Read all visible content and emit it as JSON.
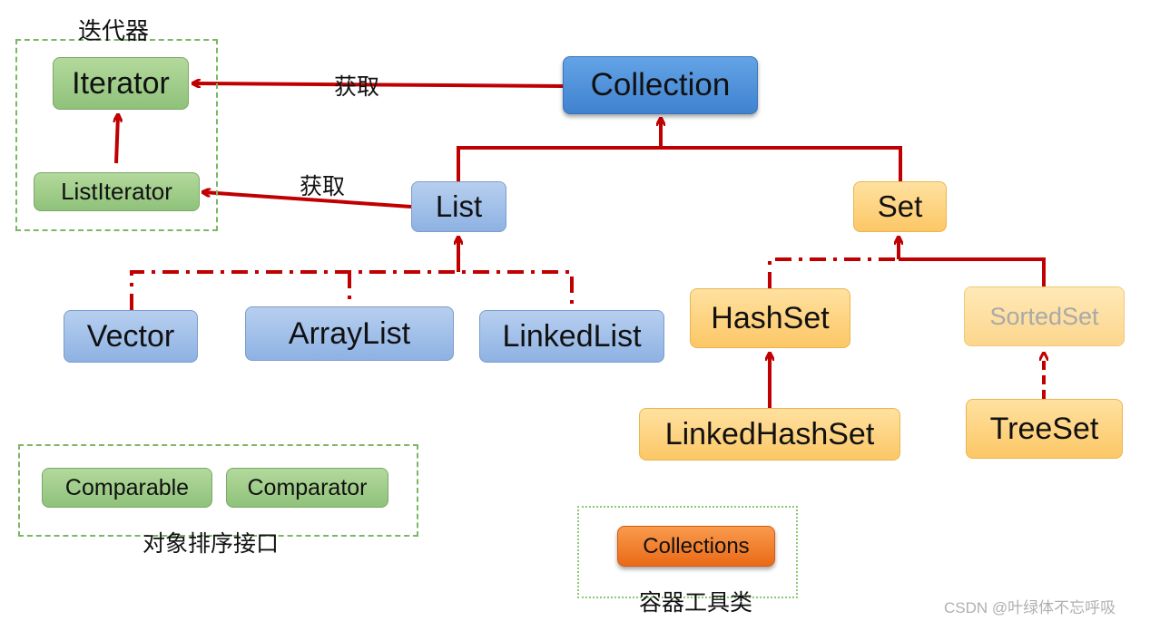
{
  "groups": {
    "iterator_caption": "迭代器",
    "comparable_caption": "对象排序接口",
    "collections_caption": "容器工具类"
  },
  "nodes": {
    "iterator": "Iterator",
    "list_iterator": "ListIterator",
    "collection": "Collection",
    "list": "List",
    "set": "Set",
    "vector": "Vector",
    "array_list": "ArrayList",
    "linked_list": "LinkedList",
    "hash_set": "HashSet",
    "sorted_set": "SortedSet",
    "linked_hash_set": "LinkedHashSet",
    "tree_set": "TreeSet",
    "comparable": "Comparable",
    "comparator": "Comparator",
    "collections": "Collections"
  },
  "edge_labels": {
    "collection_to_iterator": "获取",
    "list_to_list_iterator": "获取"
  },
  "watermark": "CSDN @叶绿体不忘呼吸",
  "colors": {
    "arrow": "#c00000",
    "interface_green": "#9dcd86",
    "list_blue": "#a6c3ea",
    "collection_blue": "#4f8fdb",
    "set_yellow": "#fdd27f",
    "collections_orange": "#f07e2a",
    "group_border": "#7cb765"
  }
}
